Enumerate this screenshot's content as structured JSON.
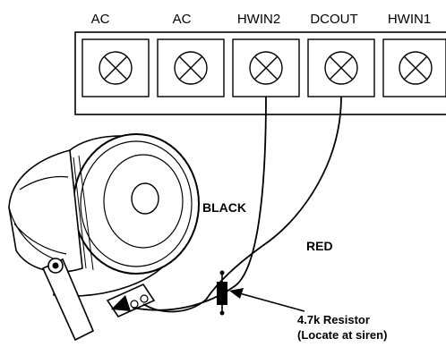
{
  "terminals": [
    {
      "label": "AC"
    },
    {
      "label": "AC"
    },
    {
      "label": "HWIN2"
    },
    {
      "label": "DCOUT"
    },
    {
      "label": "HWIN1"
    }
  ],
  "wires": {
    "black_label": "BLACK",
    "red_label": "RED"
  },
  "resistor": {
    "line1": "4.7k Resistor",
    "line2": "(Locate at siren)"
  }
}
